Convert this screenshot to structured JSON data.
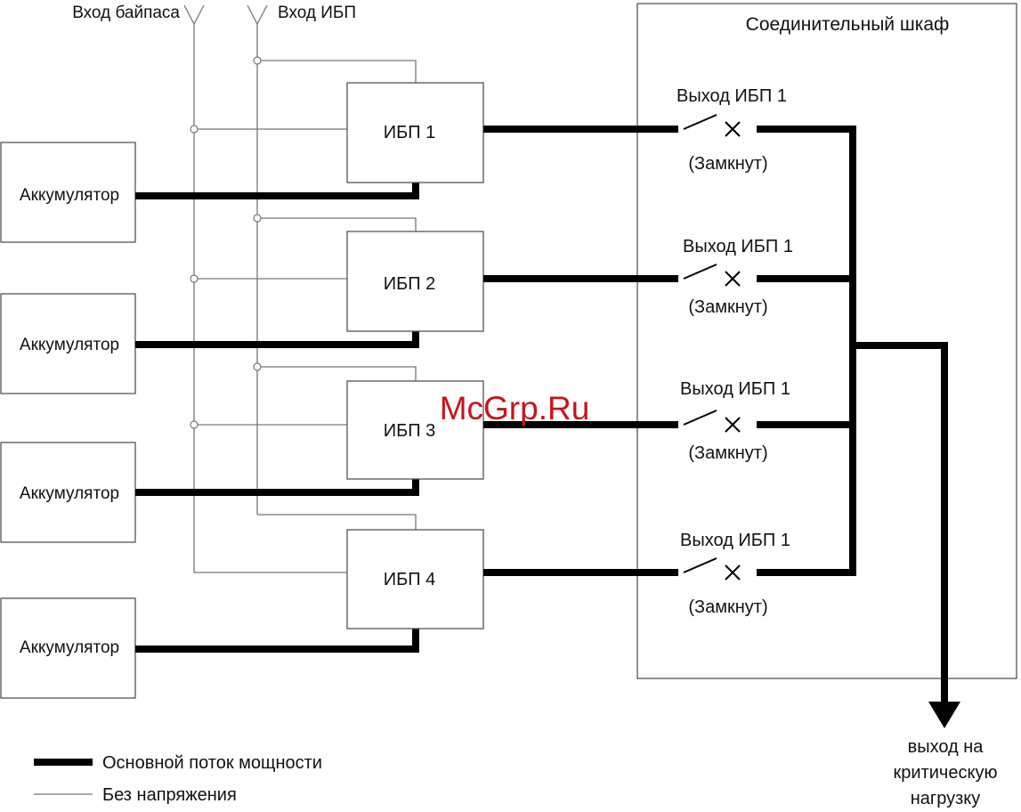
{
  "inputs": {
    "bypass_label": "Вход байпаса",
    "ups_label": "Вход ИБП"
  },
  "cabinet": {
    "title": "Соединительный шкаф"
  },
  "ups_units": [
    {
      "label": "ИБП 1",
      "battery": "Аккумулятор",
      "output_label": "Выход ИБП 1",
      "switch_state": "(Замкнут)"
    },
    {
      "label": "ИБП 2",
      "battery": "Аккумулятор",
      "output_label": "Выход ИБП 1",
      "switch_state": "(Замкнут)"
    },
    {
      "label": "ИБП 3",
      "battery": "Аккумулятор",
      "output_label": "Выход ИБП 1",
      "switch_state": "(Замкнут)"
    },
    {
      "label": "ИБП 4",
      "battery": "Аккумулятор",
      "output_label": "Выход ИБП 1",
      "switch_state": "(Замкнут)"
    }
  ],
  "output": {
    "line1": "выход на",
    "line2": "критическую",
    "line3": "нагрузку"
  },
  "legend": {
    "main_flow": "Основной поток мощности",
    "no_voltage": "Без напряжения"
  },
  "watermark": "McGrp.Ru",
  "colors": {
    "line": "#000000",
    "thin_line": "#777777",
    "watermark": "#c8141c"
  }
}
